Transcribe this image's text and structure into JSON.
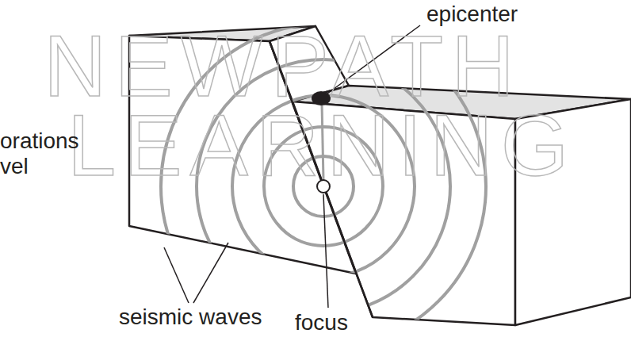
{
  "diagram": {
    "labels": [
      "NEWPATH",
      "LEARNING",
      "epicenter",
      "orations",
      "vel",
      "seismic waves",
      "focus"
    ]
  }
}
